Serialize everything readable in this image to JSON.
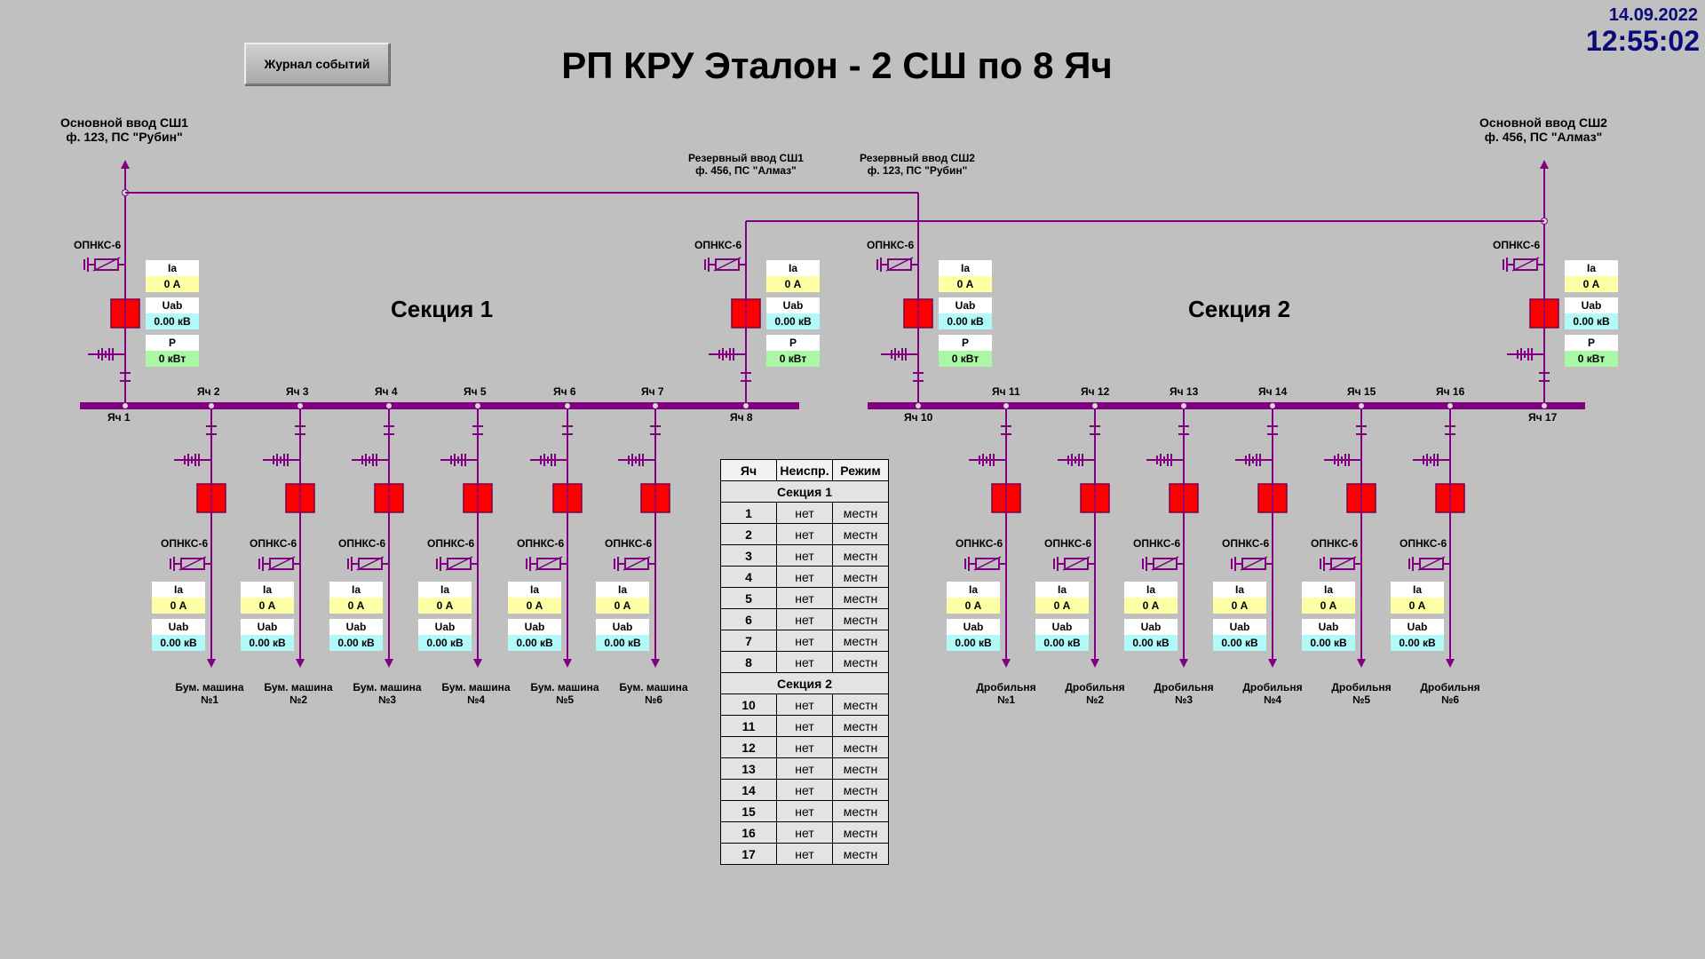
{
  "header": {
    "title": "РП КРУ Эталон - 2 СШ по 8 Яч",
    "date": "14.09.2022",
    "time": "12:55:02",
    "journal_button": "Журнал событий"
  },
  "sections": {
    "s1": "Секция 1",
    "s2": "Секция 2"
  },
  "feeds": {
    "main1": [
      "Основной ввод СШ1",
      "ф. 123, ПС \"Рубин\""
    ],
    "main2": [
      "Основной ввод СШ2",
      "ф. 456, ПС \"Алмаз\""
    ],
    "res1": [
      "Резервный ввод СШ1",
      "ф. 456, ПС \"Алмаз\""
    ],
    "res2": [
      "Резервный ввод СШ2",
      "ф. 123, ПС \"Рубин\""
    ]
  },
  "surge_arrester": "ОПНКС-6",
  "measure_labels": {
    "current": "Ia",
    "voltage": "Uab",
    "power": "P"
  },
  "measure_values": {
    "current": "0 А",
    "voltage": "0.00 кВ",
    "power": "0 кВт"
  },
  "cells": {
    "c1": "Яч 1",
    "c2": "Яч 2",
    "c3": "Яч 3",
    "c4": "Яч 4",
    "c5": "Яч 5",
    "c6": "Яч 6",
    "c7": "Яч 7",
    "c8": "Яч 8",
    "c10": "Яч 10",
    "c11": "Яч 11",
    "c12": "Яч 12",
    "c13": "Яч 13",
    "c14": "Яч 14",
    "c15": "Яч 15",
    "c16": "Яч 16",
    "c17": "Яч 17"
  },
  "loads": {
    "l2": [
      "Бум. машина",
      "№1"
    ],
    "l3": [
      "Бум. машина",
      "№2"
    ],
    "l4": [
      "Бум. машина",
      "№3"
    ],
    "l5": [
      "Бум. машина",
      "№4"
    ],
    "l6": [
      "Бум. машина",
      "№5"
    ],
    "l7": [
      "Бум. машина",
      "№6"
    ],
    "l11": [
      "Дробильня",
      "№1"
    ],
    "l12": [
      "Дробильня",
      "№2"
    ],
    "l13": [
      "Дробильня",
      "№3"
    ],
    "l14": [
      "Дробильня",
      "№4"
    ],
    "l15": [
      "Дробильня",
      "№5"
    ],
    "l16": [
      "Дробильня",
      "№6"
    ]
  },
  "status_table": {
    "headers": [
      "Яч",
      "Неиспр.",
      "Режим"
    ],
    "section1_label": "Секция 1",
    "section2_label": "Секция 2",
    "rows1": [
      [
        "1",
        "нет",
        "местн"
      ],
      [
        "2",
        "нет",
        "местн"
      ],
      [
        "3",
        "нет",
        "местн"
      ],
      [
        "4",
        "нет",
        "местн"
      ],
      [
        "5",
        "нет",
        "местн"
      ],
      [
        "6",
        "нет",
        "местн"
      ],
      [
        "7",
        "нет",
        "местн"
      ],
      [
        "8",
        "нет",
        "местн"
      ]
    ],
    "rows2": [
      [
        "10",
        "нет",
        "местн"
      ],
      [
        "11",
        "нет",
        "местн"
      ],
      [
        "12",
        "нет",
        "местн"
      ],
      [
        "13",
        "нет",
        "местн"
      ],
      [
        "14",
        "нет",
        "местн"
      ],
      [
        "15",
        "нет",
        "местн"
      ],
      [
        "16",
        "нет",
        "местн"
      ],
      [
        "17",
        "нет",
        "местн"
      ]
    ]
  },
  "colors": {
    "line": "#800080",
    "breaker": "#ff0000",
    "background": "#c0c0c0"
  }
}
